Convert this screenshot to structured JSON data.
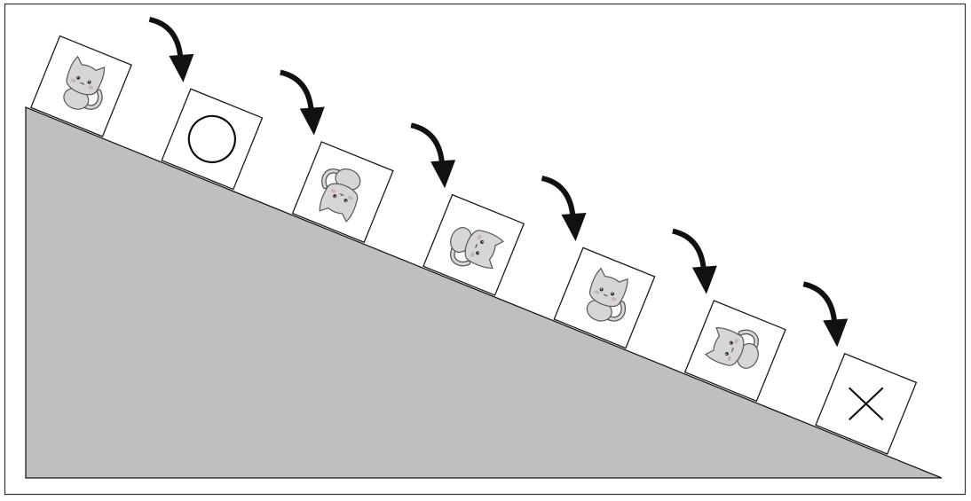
{
  "colors": {
    "background": "#ffffff",
    "frame": "#333333",
    "ramp_fill": "#bfbfbf",
    "ramp_stroke": "#1a1a1a",
    "card_fill": "#ffffff",
    "card_stroke": "#1a1a1a",
    "arrow": "#111111",
    "cat_fill": "#d6d6d6",
    "cat_stroke": "#5a5a5a",
    "cat_cheek": "#c8b2b2",
    "symbol": "#111111"
  },
  "sequence": [
    {
      "kind": "cat",
      "icon": "cat-icon",
      "orientation": "upright"
    },
    {
      "kind": "symbol",
      "icon": "circle-icon",
      "symbol": "○"
    },
    {
      "kind": "cat",
      "icon": "cat-icon",
      "orientation": "upside-down"
    },
    {
      "kind": "cat",
      "icon": "cat-icon",
      "orientation": "rotated-left"
    },
    {
      "kind": "cat",
      "icon": "cat-icon",
      "orientation": "upright"
    },
    {
      "kind": "cat",
      "icon": "cat-icon",
      "orientation": "rotated-right"
    },
    {
      "kind": "symbol",
      "icon": "cross-icon",
      "symbol": "×"
    }
  ],
  "arrows": {
    "count": 6,
    "icon": "curved-arrow-icon",
    "direction": "clockwise-down-right"
  }
}
